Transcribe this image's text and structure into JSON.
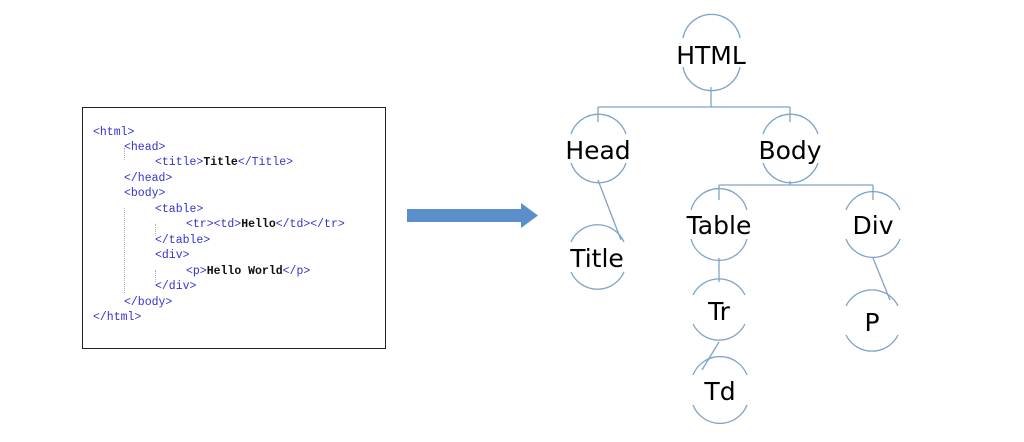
{
  "code_listing": {
    "lines": [
      {
        "parts": [
          {
            "t": "<html>"
          }
        ]
      },
      {
        "parts": [
          {
            "t": "<head>"
          }
        ]
      },
      {
        "parts": [
          {
            "t": "<title>"
          },
          {
            "t": "Title",
            "bold": true
          },
          {
            "t": "</Title>"
          }
        ]
      },
      {
        "parts": [
          {
            "t": "</head>"
          }
        ]
      },
      {
        "parts": [
          {
            "t": "<body>"
          }
        ]
      },
      {
        "parts": [
          {
            "t": "<table>"
          }
        ]
      },
      {
        "parts": [
          {
            "t": "<tr><td>"
          },
          {
            "t": "Hello",
            "bold": true
          },
          {
            "t": "</td></tr>"
          }
        ]
      },
      {
        "parts": [
          {
            "t": "</table>"
          }
        ]
      },
      {
        "parts": [
          {
            "t": "<div>"
          }
        ]
      },
      {
        "parts": [
          {
            "t": "<p>"
          },
          {
            "t": "Hello World",
            "bold": true
          },
          {
            "t": "</p>"
          }
        ]
      },
      {
        "parts": [
          {
            "t": "</div>"
          }
        ]
      },
      {
        "parts": [
          {
            "t": "</body>"
          }
        ]
      },
      {
        "parts": [
          {
            "t": "</html>"
          }
        ]
      }
    ]
  },
  "tree": {
    "nodes": {
      "html": "HTML",
      "head": "Head",
      "body": "Body",
      "title": "Title",
      "table": "Table",
      "div": "Div",
      "tr": "Tr",
      "p": "P",
      "td": "Td"
    }
  },
  "colors": {
    "code_tag": "#3333cc",
    "code_text": "#111111",
    "arrow": "#5b8fc9",
    "connector": "#7fa3c7"
  }
}
